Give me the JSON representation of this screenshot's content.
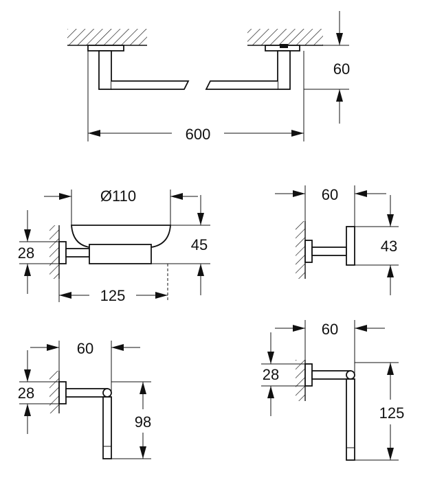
{
  "dimensions": {
    "towel_bar_length": "600",
    "towel_bar_projection": "60",
    "soap_dish_diameter": "Ø110",
    "soap_dish_height": "45",
    "soap_dish_plate": "28",
    "soap_dish_projection": "125",
    "hook_projection": "60",
    "hook_height": "43",
    "paper_holder_plate": "28",
    "paper_holder_projection": "60",
    "paper_holder_length": "98",
    "towel_ring_projection": "60",
    "towel_ring_plate": "28",
    "towel_ring_length": "125"
  }
}
